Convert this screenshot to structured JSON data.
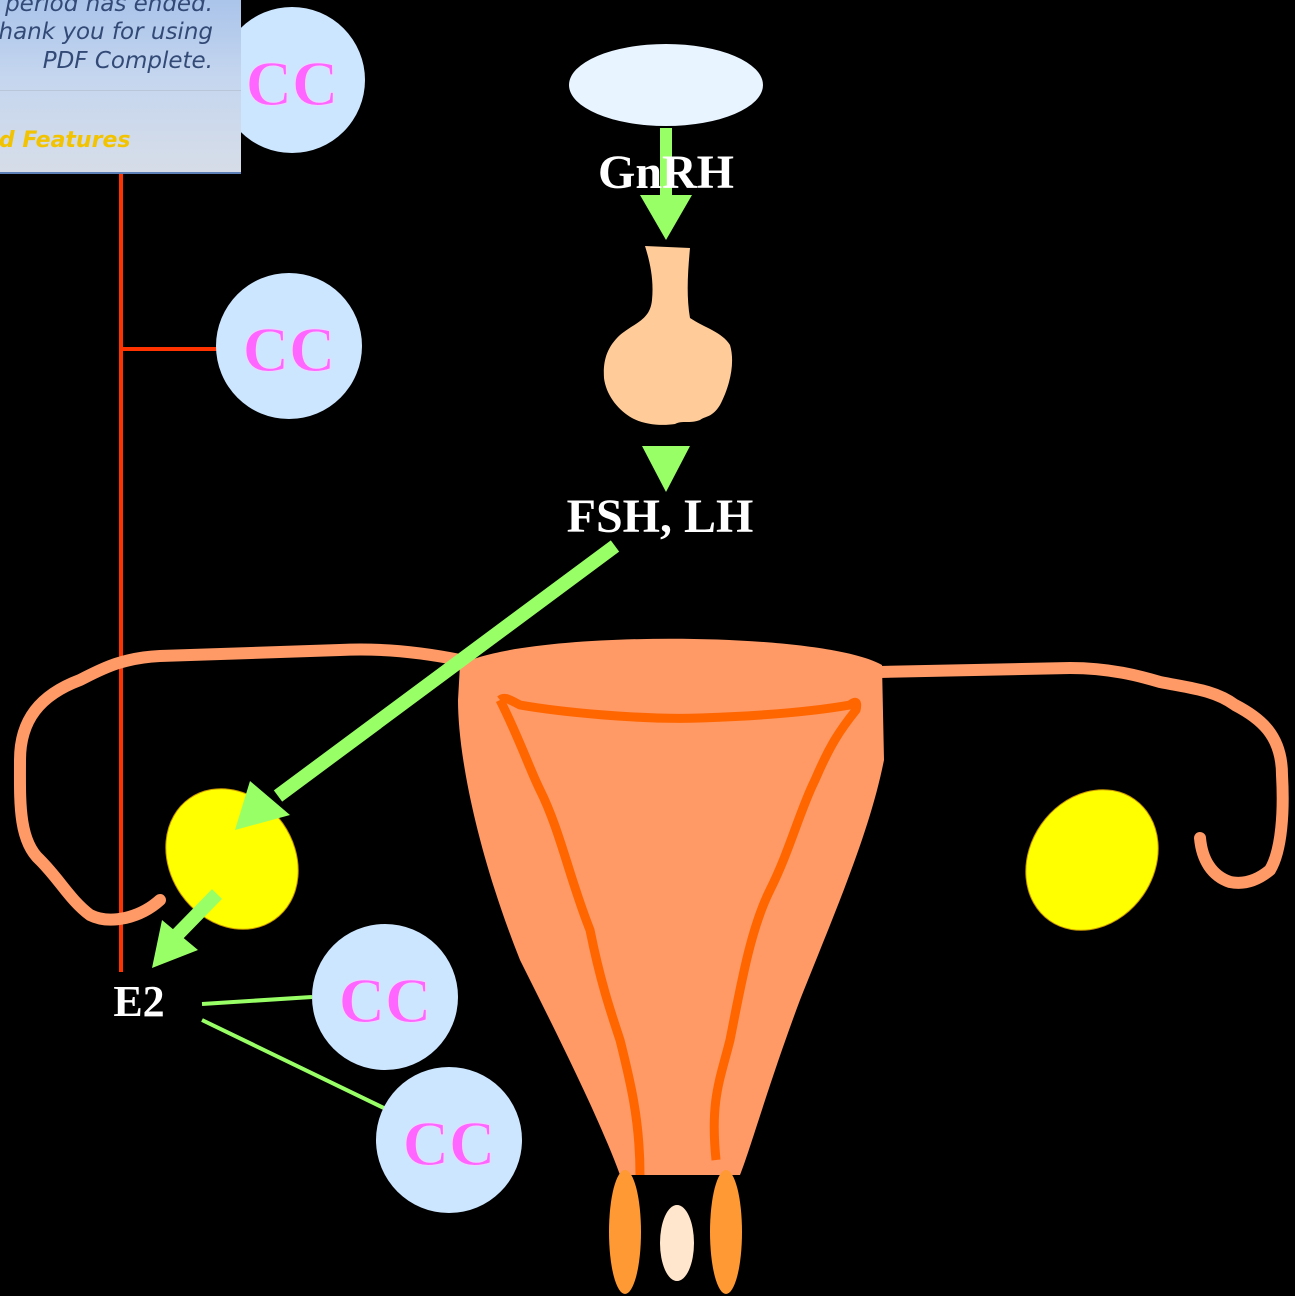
{
  "banner": {
    "line1": "period has ended.",
    "line2": "Thank you for using",
    "line3": "PDF Complete.",
    "features": "ed Features"
  },
  "labels": {
    "gnrh": "GnRH",
    "fsh_lh": "FSH, LH",
    "e2": "E2"
  },
  "cc_nodes": [
    {
      "label": "CC"
    },
    {
      "label": "CC"
    },
    {
      "label": "CC"
    },
    {
      "label": "CC"
    }
  ],
  "colors": {
    "background": "#000000",
    "stimulate_arrow": "#99ff66",
    "feedback_line": "#ff3300",
    "cc_circle": "#cce6ff",
    "cc_text": "#ff66ff",
    "ovary": "#ffff00",
    "uterus": "#ff9966",
    "uterus_inner": "#ff6600",
    "pituitary": "#ffcc99",
    "hypothalamus": "#e8f4ff"
  }
}
